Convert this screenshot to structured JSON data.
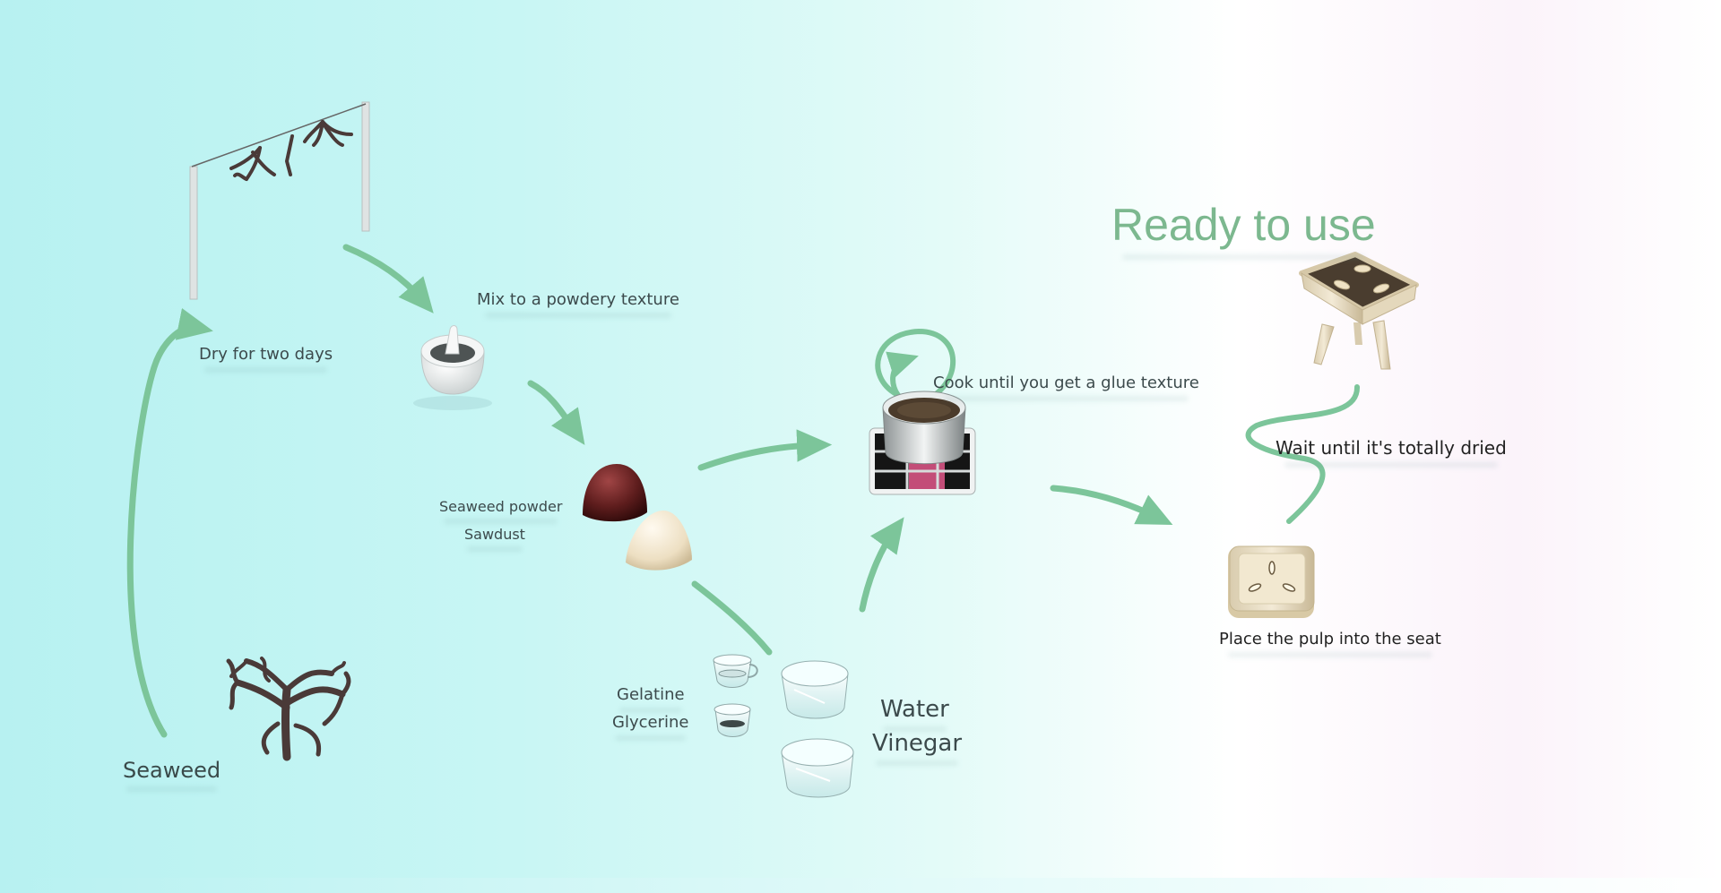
{
  "title": "Ready to use",
  "steps": {
    "seaweed": "Seaweed",
    "dry": "Dry for two days",
    "mix": "Mix to a powdery texture",
    "seaweed_powder": "Seaweed powder",
    "sawdust": "Sawdust",
    "gelatine": "Gelatine",
    "glycerine": "Glycerine",
    "water": "Water",
    "vinegar": "Vinegar",
    "cook": "Cook until you get a glue texture",
    "place": "Place the pulp into the seat",
    "wait": "Wait until it's totally dried"
  },
  "colors": {
    "arrow": "#7cc59a",
    "title": "#7cb88f",
    "seaweed": "#4a3a38",
    "powder": "#5a1f1f",
    "sawdust": "#efe3c8"
  }
}
